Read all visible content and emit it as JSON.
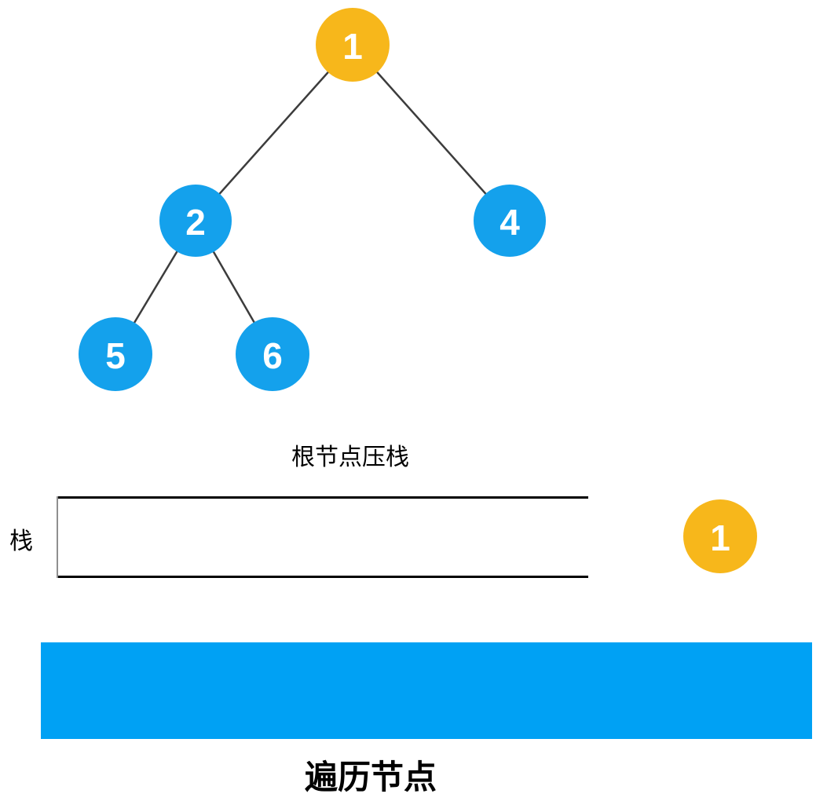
{
  "colors": {
    "node_blue": "#14A1EC",
    "node_orange": "#F7B71B",
    "node_text": "#FFFFFF",
    "edge": "#3C3C3C",
    "bar_blue": "#00A1F4",
    "stack_border": "#000000",
    "stack_left_border": "#8F8F8F"
  },
  "tree": {
    "nodes": [
      {
        "label": "1",
        "role": "root"
      },
      {
        "label": "2",
        "role": "child"
      },
      {
        "label": "4",
        "role": "child"
      },
      {
        "label": "5",
        "role": "child"
      },
      {
        "label": "6",
        "role": "child"
      }
    ],
    "edges": [
      {
        "from": "1",
        "to": "2"
      },
      {
        "from": "1",
        "to": "4"
      },
      {
        "from": "2",
        "to": "5"
      },
      {
        "from": "2",
        "to": "6"
      }
    ]
  },
  "stack_section": {
    "caption": "根节点压栈",
    "stack_label": "栈",
    "incoming_node_label": "1"
  },
  "traverse_bar": {
    "label": "遍历节点"
  }
}
